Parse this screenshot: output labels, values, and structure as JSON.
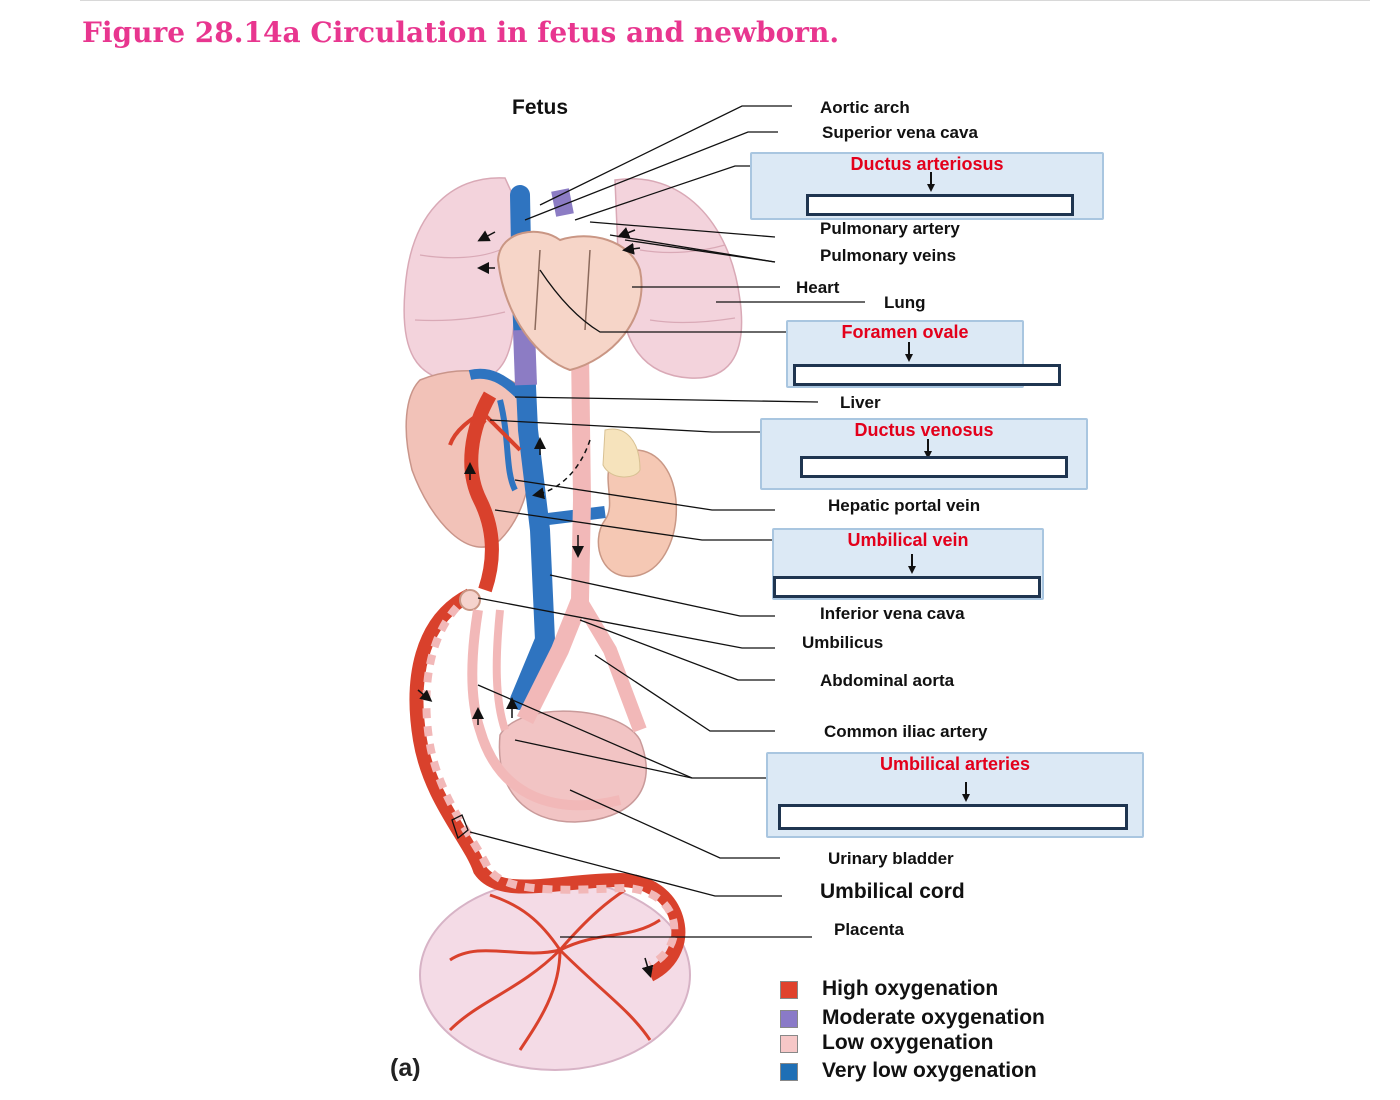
{
  "figure_title": "Figure 28.14a  Circulation in fetus and newborn.",
  "fetus_label": "Fetus",
  "panel_label": "(a)",
  "labels": {
    "aortic_arch": "Aortic arch",
    "superior_vena_cava": "Superior vena cava",
    "pulmonary_artery": "Pulmonary artery",
    "pulmonary_veins": "Pulmonary veins",
    "heart": "Heart",
    "lung": "Lung",
    "liver": "Liver",
    "hepatic_portal_vein": "Hepatic portal vein",
    "inferior_vena_cava": "Inferior vena cava",
    "umbilicus": "Umbilicus",
    "abdominal_aorta": "Abdominal aorta",
    "common_iliac_artery": "Common iliac artery",
    "urinary_bladder": "Urinary bladder",
    "umbilical_cord": "Umbilical cord",
    "placenta": "Placenta"
  },
  "answer_boxes": {
    "ductus_arteriosus": "Ductus arteriosus",
    "foramen_ovale": "Foramen ovale",
    "ductus_venosus": "Ductus venosus",
    "umbilical_vein": "Umbilical vein",
    "umbilical_arteries": "Umbilical arteries"
  },
  "legend": [
    {
      "label": "High oxygenation",
      "color": "#e0412c"
    },
    {
      "label": "Moderate oxygenation",
      "color": "#8a7ac8"
    },
    {
      "label": "Low oxygenation",
      "color": "#f6c7c7"
    },
    {
      "label": "Very low oxygenation",
      "color": "#1f6fb5"
    }
  ],
  "colors": {
    "title": "#e8368f",
    "box_title": "#e3001b",
    "box_fill": "#dce9f5",
    "artery": "#d9412c",
    "vein": "#2f74c0",
    "lung": "#f3d3dc",
    "liver": "#f2c2b8",
    "mixed": "#8c7cc4"
  },
  "icons": [
    "arrow-down-icon",
    "flow-arrow-icon"
  ]
}
